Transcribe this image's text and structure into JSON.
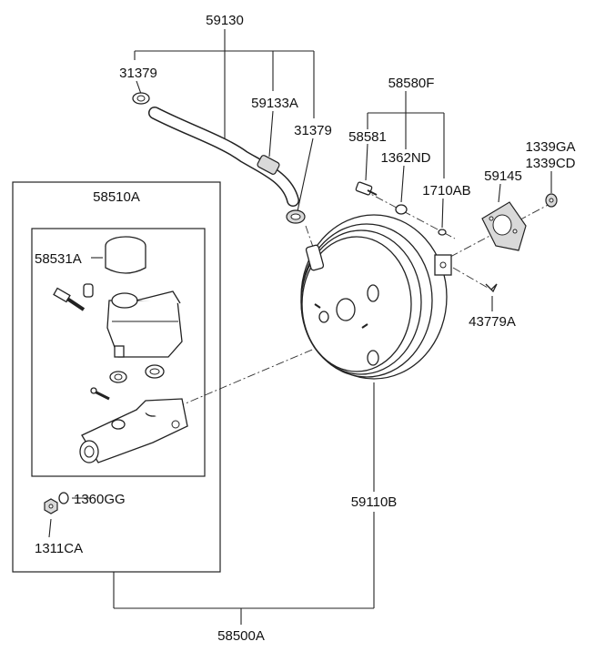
{
  "labels": {
    "hose_assembly": "59130",
    "clamp_upper": "31379",
    "hose_sleeve": "59133A",
    "clamp_lower": "31379",
    "bolt_kit": "58580F",
    "stud_bolt": "58581",
    "washer": "1362ND",
    "pin": "1710AB",
    "gasket": "59145",
    "nut_a": "1339GA",
    "nut_b": "1339CD",
    "clip": "43779A",
    "master_cylinder": "58510A",
    "reservoir_cap": "58531A",
    "seal": "1360GG",
    "nut": "1311CA",
    "booster": "59110B",
    "brake_assembly": "58500A"
  }
}
